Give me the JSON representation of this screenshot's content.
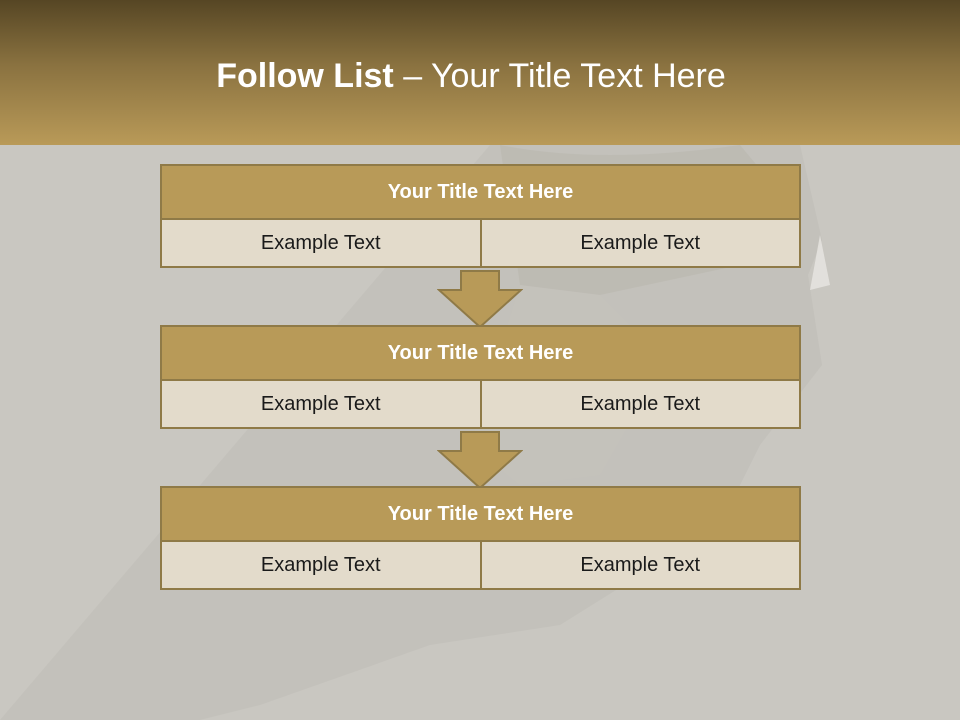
{
  "slide": {
    "title_strong": "Follow List",
    "title_rest": " – Your Title Text Here"
  },
  "steps": [
    {
      "title": "Your Title Text Here",
      "left": "Example Text",
      "right": "Example Text"
    },
    {
      "title": "Your Title Text Here",
      "left": "Example Text",
      "right": "Example Text"
    },
    {
      "title": "Your Title Text Here",
      "left": "Example Text",
      "right": "Example Text"
    }
  ],
  "colors": {
    "header_dark": "#564624",
    "header_light": "#b99a58",
    "accent": "#b89a58",
    "border": "#8f7a47",
    "cell_fill": "#e3dbcb",
    "background": "#c9c7c1"
  }
}
